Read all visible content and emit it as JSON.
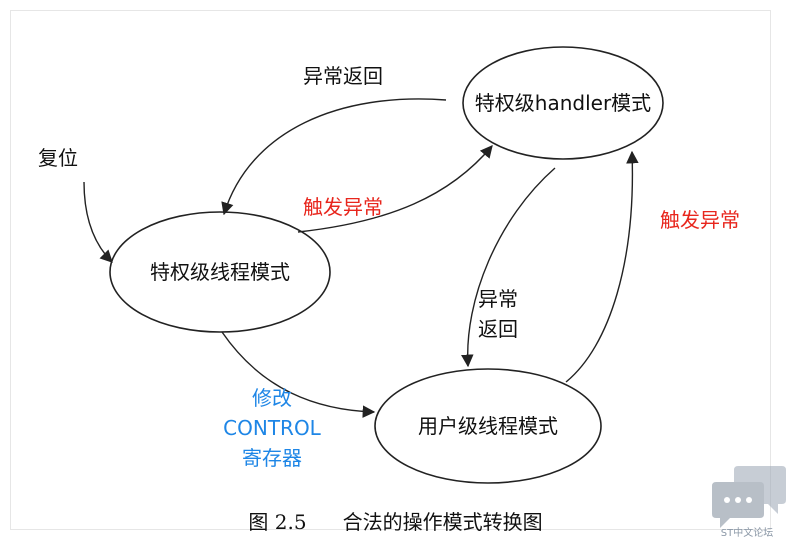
{
  "diagram": {
    "states": {
      "handler": "特权级handler模式",
      "privileged_thread": "特权级线程模式",
      "user_thread": "用户级线程模式"
    },
    "labels": {
      "reset": "复位",
      "exception_return_top": "异常返回",
      "trigger_exception_left": "触发异常",
      "trigger_exception_right": "触发异常",
      "exception_return_mid_line1": "异常",
      "exception_return_mid_line2": "返回",
      "modify_line1": "修改",
      "modify_line2": "CONTROL",
      "modify_line3": "寄存器"
    },
    "colors": {
      "trigger": "#e8261d",
      "modify": "#1e86e6",
      "default": "#111111"
    }
  },
  "caption": {
    "figure_number": "图 2.5",
    "title": "合法的操作模式转换图"
  },
  "watermark": {
    "icon": "chat-bubbles-icon",
    "text": "ST中文论坛"
  }
}
